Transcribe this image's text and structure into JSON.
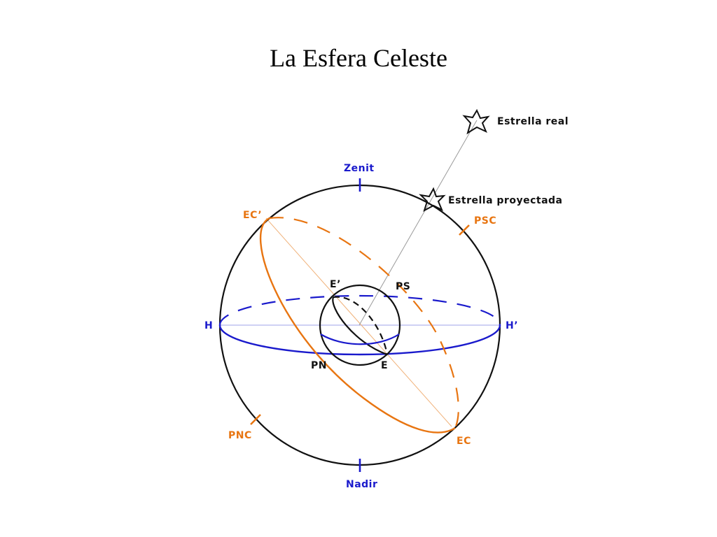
{
  "title": "La Esfera Celeste",
  "colors": {
    "line": "#111111",
    "horizon": "#1a1acc",
    "ecliptic": "#e87511",
    "ray": "#9a9a9a"
  },
  "labels": {
    "star_real": "Estrella real",
    "star_projected": "Estrella proyectada",
    "zenit": "Zenit",
    "nadir": "Nadir",
    "ec_prime": "EC’",
    "ec": "EC",
    "psc": "PSC",
    "pnc": "PNC",
    "h": "H",
    "h_prime": "H’",
    "e_prime": "E’",
    "e": "E",
    "ps": "PS",
    "pn": "PN"
  },
  "icons": {
    "star_real": "star-outline-icon",
    "star_projected": "star-outline-icon"
  }
}
